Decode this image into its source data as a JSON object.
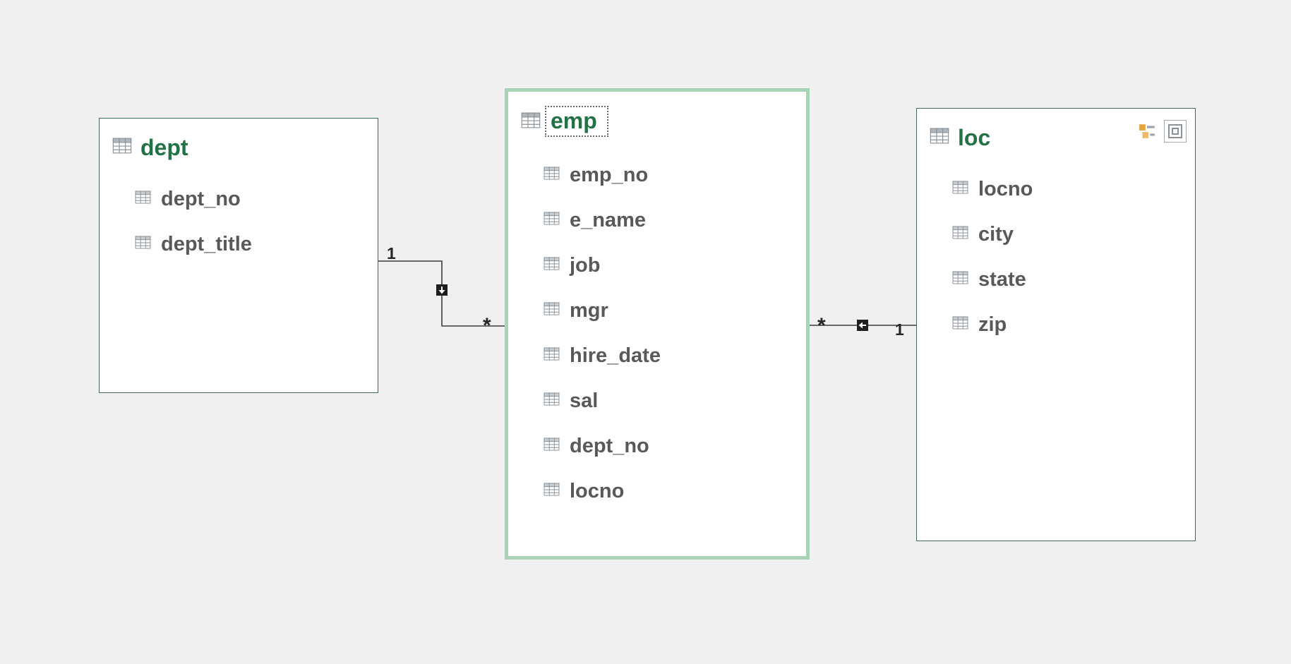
{
  "colors": {
    "background": "#f0f0f0",
    "table_title_green": "#217346",
    "field_text_gray": "#595959",
    "selected_border_green": "#a9d3b6",
    "table_border_green": "#3e6b55",
    "connector_line": "#3a3a3a"
  },
  "tables": [
    {
      "name": "dept",
      "selected": false,
      "fields": [
        "dept_no",
        "dept_title"
      ]
    },
    {
      "name": "emp",
      "selected": true,
      "fields": [
        "emp_no",
        "e_name",
        "job",
        "mgr",
        "hire_date",
        "sal",
        "dept_no",
        "locno"
      ]
    },
    {
      "name": "loc",
      "selected": false,
      "fields": [
        "locno",
        "city",
        "state",
        "zip"
      ],
      "header_icons": [
        "hierarchy-icon",
        "maximize-icon"
      ]
    }
  ],
  "relationships": [
    {
      "one_side": "dept",
      "many_side": "emp",
      "one_label": "1",
      "many_label": "*"
    },
    {
      "one_side": "loc",
      "many_side": "emp",
      "one_label": "1",
      "many_label": "*"
    }
  ]
}
